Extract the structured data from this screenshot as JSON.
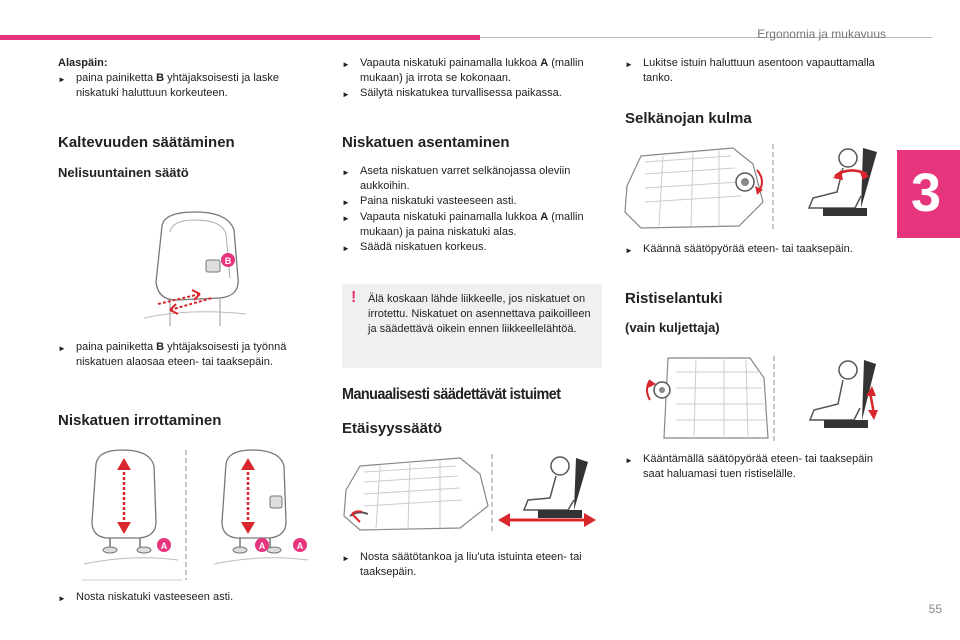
{
  "header": {
    "title": "Ergonomia ja mukavuus",
    "chapter": "3",
    "page_number": "55"
  },
  "col1": {
    "down_label": "Alaspäin:",
    "down_bullet": {
      "pre": "paina painiketta ",
      "key": "B",
      "post": " yhtäjaksoisesti ja laske niskatuki haluttuun korkeuteen."
    },
    "tilt_heading": "Kaltevuuden säätäminen",
    "four_way_heading": "Nelisuuntainen säätö",
    "four_way_bullet": {
      "pre": "paina painiketta ",
      "key": "B",
      "post": " yhtäjaksoisesti ja työnnä niskatuen alaosaa eteen- tai taaksepäin."
    },
    "remove_heading": "Niskatuen irrottaminen",
    "remove_bullet": "Nosta niskatuki vasteeseen asti.",
    "labels": {
      "b": "B",
      "a": "A"
    }
  },
  "col2": {
    "release_bullet": {
      "pre": "Vapauta niskatuki painamalla lukkoa ",
      "key": "A",
      "post": " (mallin mukaan) ja irrota se kokonaan."
    },
    "store_bullet": "Säilytä niskatukea turvallisessa paikassa.",
    "install_heading": "Niskatuen asentaminen",
    "install_bullets": [
      {
        "pre": "Aseta niskatuen varret selkänojassa oleviin aukkoihin.",
        "key": "",
        "post": ""
      },
      {
        "pre": "Paina niskatuki vasteeseen asti.",
        "key": "",
        "post": ""
      },
      {
        "pre": "Vapauta niskatuki painamalla lukkoa ",
        "key": "A",
        "post": " (mallin mukaan) ja paina niskatuki alas."
      },
      {
        "pre": "Säädä niskatuen korkeus.",
        "key": "",
        "post": ""
      }
    ],
    "warning": "Älä koskaan lähde liikkeelle, jos niskatuet on irrotettu. Niskatuet on asennettava paikoilleen ja säädettävä oikein ennen liikkeellelähtöä.",
    "manual_heading": "Manuaalisesti säädettävät istuimet",
    "distance_heading": "Etäisyyssäätö",
    "distance_bullet": "Nosta säätötankoa ja liu'uta istuinta eteen- tai taaksepäin."
  },
  "col3": {
    "lock_bullet": "Lukitse istuin haluttuun asentoon vapauttamalla tanko.",
    "backrest_heading": "Selkänojan kulma",
    "backrest_bullet": "Käännä säätöpyörää eteen- tai taaksepäin.",
    "lumbar_heading": "Ristiselantuki",
    "lumbar_sub": "(vain kuljettaja)",
    "lumbar_bullet": "Kääntämällä säätöpyörää eteen- tai taaksepäin saat haluamasi tuen ristiselälle."
  },
  "colors": {
    "accent": "#e6347d",
    "arrow_red": "#d8262d",
    "line_gray": "#9a9a9a"
  },
  "icons": {
    "bullet": "triangle-bullet-icon",
    "warning": "exclamation-icon"
  }
}
